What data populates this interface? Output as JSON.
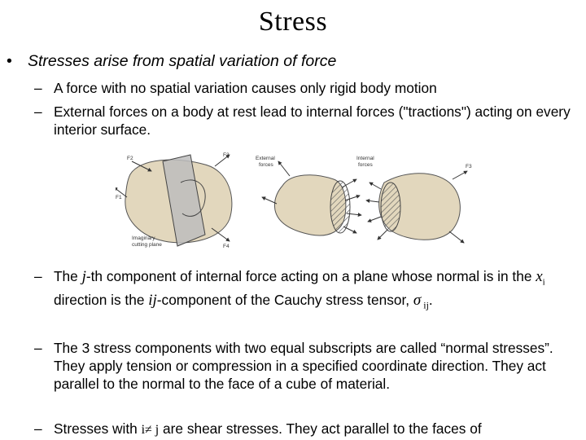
{
  "slide": {
    "title": "Stress",
    "bullet1": "Stresses arise from spatial variation of force",
    "sub1": "A force with no spatial variation causes only  rigid body motion",
    "sub2": "External forces on a body at rest lead to internal forces (\"tractions\") acting on every interior surface.",
    "sub3": {
      "p1": "The ",
      "j": "j",
      "p2": "-th component of internal force acting on a plane whose normal is in the ",
      "xi": "x",
      "xi_sub": "i",
      "p3": " direction is the ",
      "ij": "ij",
      "p4": "-component of the Cauchy stress tensor, ",
      "sigma": "σ",
      "sigma_sub": " ij",
      "p5": "."
    },
    "sub4": "The 3 stress components with two equal subscripts are called “normal stresses”. They apply tension or compression in a specified coordinate direction.  They act parallel to the normal to the face of a cube of material.",
    "sub5": {
      "p1": "Stresses with ",
      "ineq": "i≠ j",
      "p2": " are shear stresses.  They act parallel to the faces of"
    },
    "dash": "–",
    "dot": "•"
  },
  "figure": {
    "labels": {
      "f1": "F1",
      "f2": "F2",
      "f3": "F3",
      "f4": "F4",
      "f3b": "F3",
      "plane": "Imaginary",
      "plane2": "cutting plane",
      "external": "External",
      "external2": "forces",
      "internal": "Internal",
      "internal2": "forces"
    },
    "colors": {
      "body": "#e2d7bd",
      "plane": "#bdbdbd",
      "hatch": "#555555"
    }
  }
}
